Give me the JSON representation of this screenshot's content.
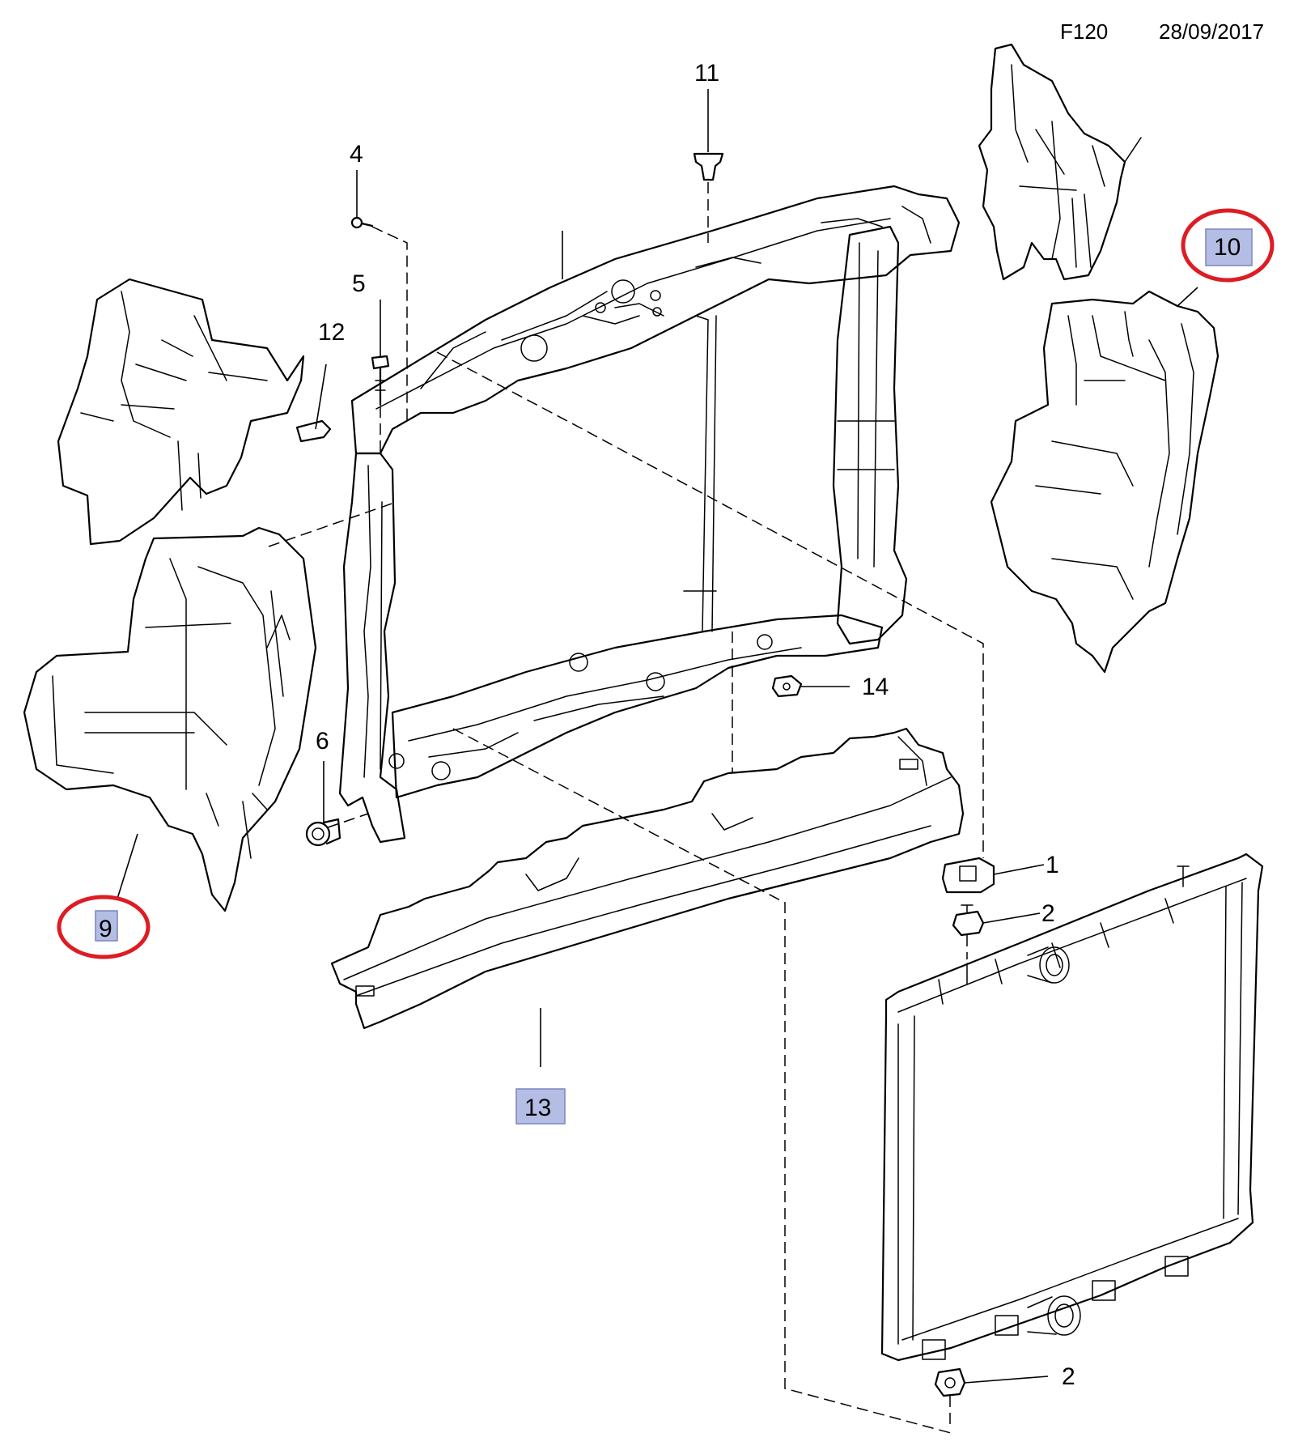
{
  "header": {
    "code": "F120",
    "date": "28/09/2017"
  },
  "callouts": {
    "c1": "1",
    "c2a": "2",
    "c2b": "2",
    "c4": "4",
    "c5": "5",
    "c6": "6",
    "c9": "9",
    "c10": "10",
    "c11": "11",
    "c12": "12",
    "c13": "13",
    "c14": "14"
  },
  "colors": {
    "highlight_ring": "#dd1c24",
    "highlight_fill": "#b4bde4",
    "highlight_border": "#7c84c0"
  }
}
